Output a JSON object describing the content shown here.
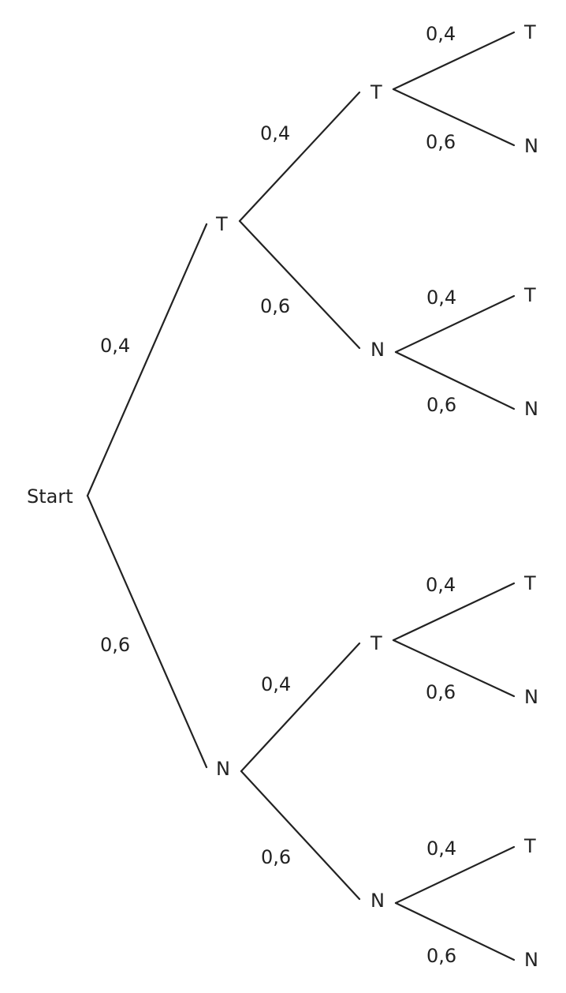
{
  "tree": {
    "root": "Start",
    "level1": [
      {
        "label": "T",
        "prob": "0,4"
      },
      {
        "label": "N",
        "prob": "0,6"
      }
    ],
    "level2": [
      {
        "label": "T",
        "prob": "0,4"
      },
      {
        "label": "N",
        "prob": "0,6"
      },
      {
        "label": "T",
        "prob": "0,4"
      },
      {
        "label": "N",
        "prob": "0,6"
      }
    ],
    "level3": [
      {
        "label": "T",
        "prob": "0,4"
      },
      {
        "label": "N",
        "prob": "0,6"
      },
      {
        "label": "T",
        "prob": "0,4"
      },
      {
        "label": "N",
        "prob": "0,6"
      },
      {
        "label": "T",
        "prob": "0,4"
      },
      {
        "label": "N",
        "prob": "0,6"
      },
      {
        "label": "T",
        "prob": "0,4"
      },
      {
        "label": "N",
        "prob": "0,6"
      }
    ]
  }
}
